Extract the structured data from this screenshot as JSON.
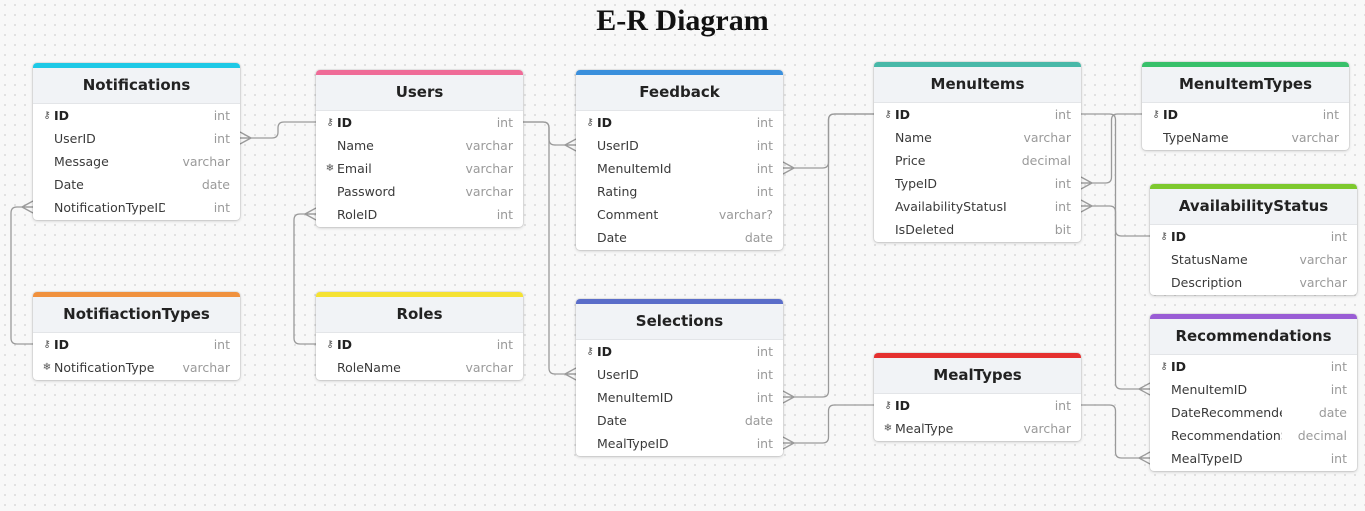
{
  "title": "E-R Diagram",
  "colors": {
    "line": "#9a9a9a",
    "Notifications": "#1ec9e6",
    "Users": "#ef6b97",
    "Feedback": "#3a8fdc",
    "MenuItems": "#48b8a8",
    "MenuItemTypes": "#38c06a",
    "NotifiactionTypes": "#f0913e",
    "Roles": "#f5e233",
    "Selections": "#5a6dc9",
    "MealTypes": "#e5302f",
    "AvailabilityStatus": "#7ec92e",
    "Recommendations": "#9a5dd5"
  },
  "tables": [
    {
      "key": "Notifications",
      "name": "Notifications",
      "columns": [
        {
          "name": "ID",
          "type": "int",
          "icon": "key-icon",
          "pk": true
        },
        {
          "name": "UserID",
          "type": "int"
        },
        {
          "name": "Message",
          "type": "varchar"
        },
        {
          "name": "Date",
          "type": "date"
        },
        {
          "name": "NotificationTypeID",
          "type": "int"
        }
      ]
    },
    {
      "key": "Users",
      "name": "Users",
      "columns": [
        {
          "name": "ID",
          "type": "int",
          "icon": "key-icon",
          "pk": true
        },
        {
          "name": "Name",
          "type": "varchar"
        },
        {
          "name": "Email",
          "type": "varchar",
          "icon": "unique-icon"
        },
        {
          "name": "Password",
          "type": "varchar"
        },
        {
          "name": "RoleID",
          "type": "int"
        }
      ]
    },
    {
      "key": "Feedback",
      "name": "Feedback",
      "columns": [
        {
          "name": "ID",
          "type": "int",
          "icon": "key-icon",
          "pk": true
        },
        {
          "name": "UserID",
          "type": "int"
        },
        {
          "name": "MenuItemId",
          "type": "int"
        },
        {
          "name": "Rating",
          "type": "int"
        },
        {
          "name": "Comment",
          "type": "varchar?"
        },
        {
          "name": "Date",
          "type": "date"
        }
      ]
    },
    {
      "key": "MenuItems",
      "name": "MenuItems",
      "columns": [
        {
          "name": "ID",
          "type": "int",
          "icon": "key-icon",
          "pk": true
        },
        {
          "name": "Name",
          "type": "varchar"
        },
        {
          "name": "Price",
          "type": "decimal"
        },
        {
          "name": "TypeID",
          "type": "int"
        },
        {
          "name": "AvailabilityStatusID",
          "type": "int"
        },
        {
          "name": "IsDeleted",
          "type": "bit"
        }
      ]
    },
    {
      "key": "MenuItemTypes",
      "name": "MenuItemTypes",
      "columns": [
        {
          "name": "ID",
          "type": "int",
          "icon": "key-icon",
          "pk": true
        },
        {
          "name": "TypeName",
          "type": "varchar"
        }
      ]
    },
    {
      "key": "NotifiactionTypes",
      "name": "NotifiactionTypes",
      "columns": [
        {
          "name": "ID",
          "type": "int",
          "icon": "key-icon",
          "pk": true
        },
        {
          "name": "NotificationType",
          "type": "varchar",
          "icon": "unique-icon"
        }
      ]
    },
    {
      "key": "Roles",
      "name": "Roles",
      "columns": [
        {
          "name": "ID",
          "type": "int",
          "icon": "key-icon",
          "pk": true
        },
        {
          "name": "RoleName",
          "type": "varchar"
        }
      ]
    },
    {
      "key": "Selections",
      "name": "Selections",
      "columns": [
        {
          "name": "ID",
          "type": "int",
          "icon": "key-icon",
          "pk": true
        },
        {
          "name": "UserID",
          "type": "int"
        },
        {
          "name": "MenuItemID",
          "type": "int"
        },
        {
          "name": "Date",
          "type": "date"
        },
        {
          "name": "MealTypeID",
          "type": "int"
        }
      ]
    },
    {
      "key": "MealTypes",
      "name": "MealTypes",
      "columns": [
        {
          "name": "ID",
          "type": "int",
          "icon": "key-icon",
          "pk": true
        },
        {
          "name": "MealType",
          "type": "varchar",
          "icon": "unique-icon"
        }
      ]
    },
    {
      "key": "AvailabilityStatus",
      "name": "AvailabilityStatus",
      "columns": [
        {
          "name": "ID",
          "type": "int",
          "icon": "key-icon",
          "pk": true
        },
        {
          "name": "StatusName",
          "type": "varchar"
        },
        {
          "name": "Description",
          "type": "varchar"
        }
      ]
    },
    {
      "key": "Recommendations",
      "name": "Recommendations",
      "columns": [
        {
          "name": "ID",
          "type": "int",
          "icon": "key-icon",
          "pk": true
        },
        {
          "name": "MenuItemID",
          "type": "int"
        },
        {
          "name": "DateRecommended",
          "type": "date"
        },
        {
          "name": "RecommendationScore",
          "type": "decimal"
        },
        {
          "name": "MealTypeID",
          "type": "int"
        }
      ]
    }
  ]
}
